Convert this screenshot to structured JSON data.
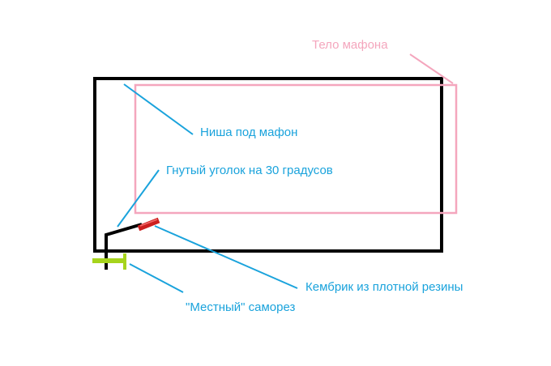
{
  "labels": {
    "amp_body": "Тело мафона",
    "niche": "Ниша под мафон",
    "bent_bracket": "Гнутый уголок на 30 градусов",
    "rubber_tube": "Кембрик из плотной резины",
    "local_screw": "\"Местный\" саморез"
  },
  "colors": {
    "niche_outline": "#000000",
    "amp_body_outline": "#f4a6bd",
    "leader_lines": "#1aa3dc",
    "bracket": "#000000",
    "rubber_tube": "#cc1f1f",
    "screw": "#a6d41c"
  }
}
